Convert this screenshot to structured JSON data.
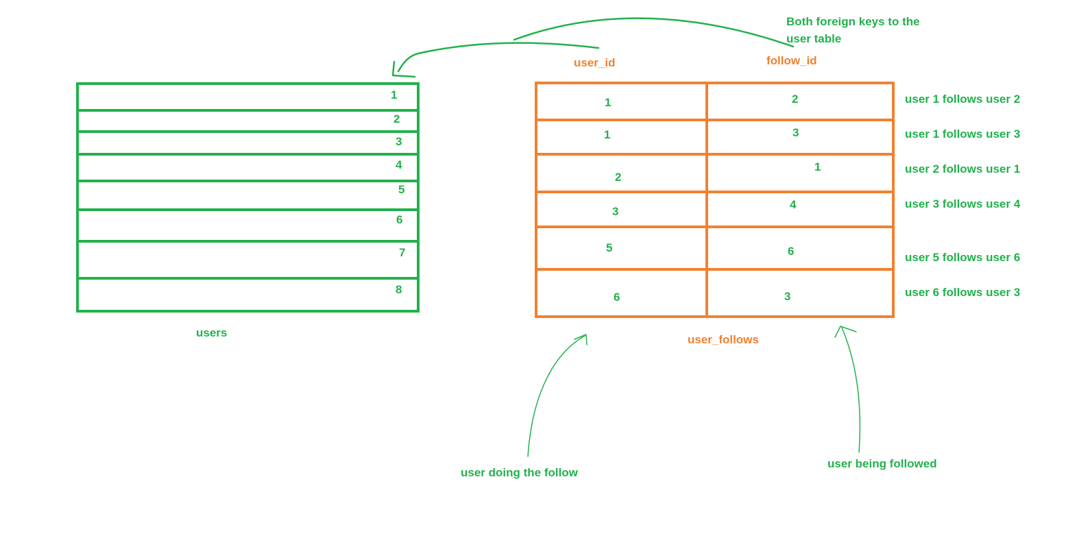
{
  "colors": {
    "users_table": "#22b14c",
    "follows_table": "#f28130",
    "text_green": "#22b14c",
    "text_orange": "#f28130"
  },
  "users_table": {
    "caption": "users",
    "ids": [
      "1",
      "2",
      "3",
      "4",
      "5",
      "6",
      "7",
      "8"
    ]
  },
  "user_follows_table": {
    "caption": "user_follows",
    "column_headers": {
      "user_id": "user_id",
      "follow_id": "follow_id"
    },
    "rows": [
      {
        "user_id": "1",
        "follow_id": "2",
        "note": "user 1 follows user 2"
      },
      {
        "user_id": "1",
        "follow_id": "3",
        "note": "user 1 follows user 3"
      },
      {
        "user_id": "2",
        "follow_id": "1",
        "note": "user 2 follows user 1"
      },
      {
        "user_id": "3",
        "follow_id": "4",
        "note": "user 3 follows user 4"
      },
      {
        "user_id": "5",
        "follow_id": "6",
        "note": "user 5 follows user 6"
      },
      {
        "user_id": "6",
        "follow_id": "3",
        "note": "user 6 follows user 3"
      }
    ]
  },
  "annotations": {
    "foreign_keys_line1": "Both foreign keys to the",
    "foreign_keys_line2": "user table",
    "user_doing_follow": "user doing the follow",
    "user_being_followed": "user being followed"
  }
}
